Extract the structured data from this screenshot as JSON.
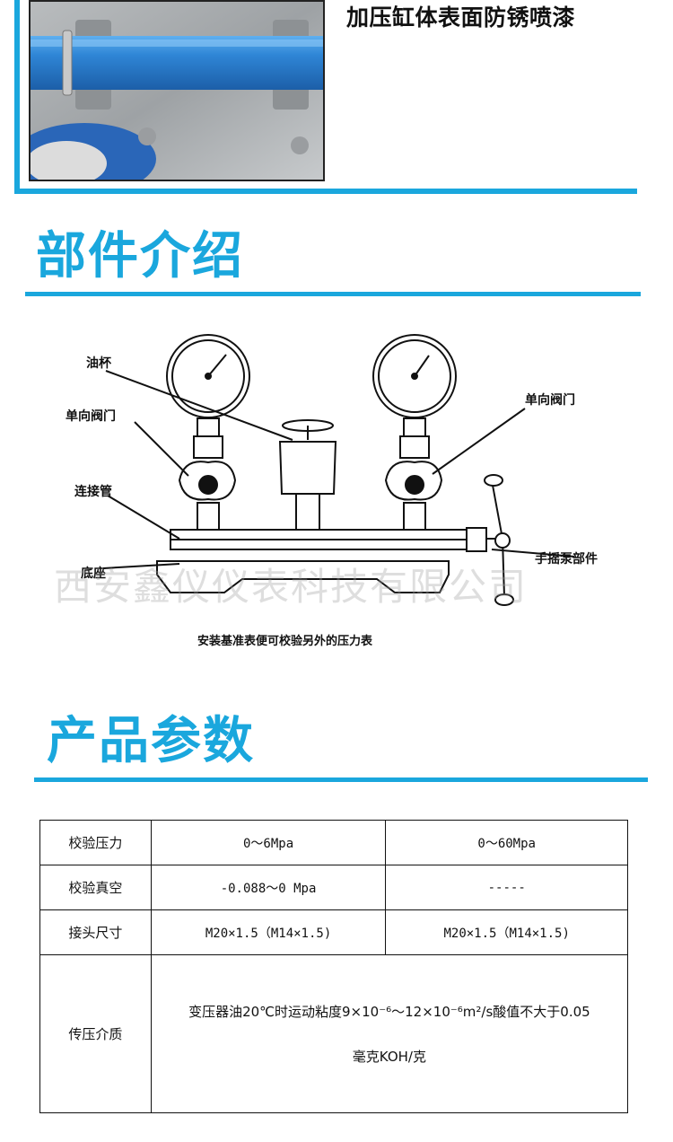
{
  "top": {
    "caption": "加压缸体表面防锈喷漆"
  },
  "sections": {
    "components_title": "部件介绍",
    "params_title": "产品参数"
  },
  "diagram": {
    "labels": {
      "oil_cup": "油杯",
      "check_valve_left": "单向阀门",
      "check_valve_right": "单向阀门",
      "connecting_pipe": "连接管",
      "base": "底座",
      "hand_pump": "手摇泵部件"
    },
    "caption": "安装基准表便可校验另外的压力表",
    "watermark": "西安鑫仪仪表科技有限公司"
  },
  "params_table": {
    "rows": [
      {
        "label": "校验压力",
        "col1": "0～6Mpa",
        "col2": "0～60Mpa"
      },
      {
        "label": "校验真空",
        "col1": "-0.088～0 Mpa",
        "col2": "-----"
      },
      {
        "label": "接头尺寸",
        "col1": "M20×1.5（M14×1.5)",
        "col2": "M20×1.5（M14×1.5)"
      }
    ],
    "medium": {
      "label": "传压介质",
      "line1": "变压器油20℃时运动粘度9×10⁻⁶～12×10⁻⁶m²/s酸值不大于0.05",
      "line2": "毫克KOH/克"
    }
  },
  "colors": {
    "accent": "#1aa7dd",
    "pipe_blue": "#2f86d6"
  }
}
